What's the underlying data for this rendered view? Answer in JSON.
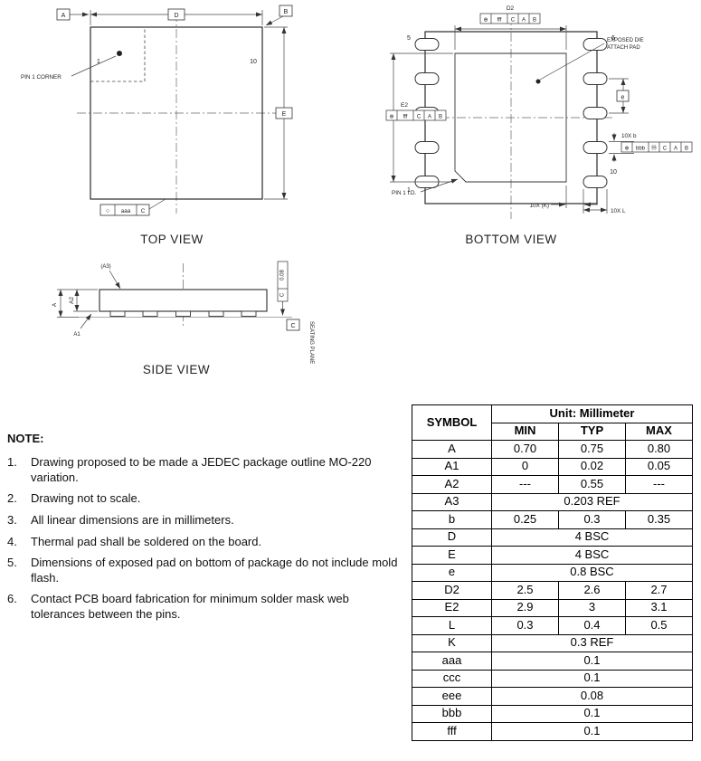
{
  "views": {
    "top": {
      "label": "TOP VIEW",
      "datum_a": "A",
      "dim_d": "D",
      "datum_b": "B",
      "dim_e": "E",
      "pin1_num": "1",
      "pin10_num": "10",
      "pin1_corner": "PIN 1 CORNER",
      "fcf_aaa": [
        "○",
        "aaa",
        "C"
      ]
    },
    "bottom": {
      "label": "BOTTOM VIEW",
      "dim_d2": "D2",
      "fcf_d2": [
        "⊕",
        "fff",
        "C",
        "A",
        "B"
      ],
      "exposed_pad_line1": "EXPOSED DIE",
      "exposed_pad_line2": "ATTACH PAD",
      "dim_e2": "E2",
      "fcf_e2": [
        "⊕",
        "fff",
        "C",
        "A",
        "B"
      ],
      "dim_e_pitch": "e",
      "dim_b": "10X b",
      "fcf_b": [
        "⊕",
        "bbb",
        "Ⓜ",
        "C",
        "A",
        "B"
      ],
      "dim_k": "10X (K)",
      "dim_l": "10X L",
      "pin1_id": "PIN 1 I.D.",
      "pin5_num": "5",
      "pin6_num": "6",
      "pin1_num": "1",
      "pin10_num": "10"
    },
    "side": {
      "label": "SIDE VIEW",
      "dim_a": "A",
      "dim_a1": "A1",
      "dim_a2": "A2",
      "dim_a3": "(A3)",
      "fcf_flat": [
        "0.08",
        "C"
      ],
      "datum_c": "C",
      "seating_plane": "SEATING PLANE"
    }
  },
  "notes": {
    "heading": "NOTE:",
    "items": [
      {
        "num": "1.",
        "text": "Drawing proposed to be made a JEDEC package outline MO-220 variation."
      },
      {
        "num": "2.",
        "text": "Drawing not to scale."
      },
      {
        "num": "3.",
        "text": "All linear dimensions are in millimeters."
      },
      {
        "num": "4.",
        "text": "Thermal pad shall be soldered on the board."
      },
      {
        "num": "5.",
        "text": "Dimensions of exposed pad on bottom of package do not include mold flash."
      },
      {
        "num": "6.",
        "text": "Contact PCB board fabrication for minimum solder mask web tolerances between the pins."
      }
    ]
  },
  "table": {
    "symbol_header": "SYMBOL",
    "unit_header": "Unit: Millimeter",
    "col_headers": [
      "MIN",
      "TYP",
      "MAX"
    ],
    "rows": [
      {
        "symbol": "A",
        "min": "0.70",
        "typ": "0.75",
        "max": "0.80"
      },
      {
        "symbol": "A1",
        "min": "0",
        "typ": "0.02",
        "max": "0.05"
      },
      {
        "symbol": "A2",
        "min": "---",
        "typ": "0.55",
        "max": "---"
      },
      {
        "symbol": "A3",
        "span": "0.203 REF"
      },
      {
        "symbol": "b",
        "min": "0.25",
        "typ": "0.3",
        "max": "0.35"
      },
      {
        "symbol": "D",
        "span": "4 BSC"
      },
      {
        "symbol": "E",
        "span": "4 BSC"
      },
      {
        "symbol": "e",
        "span": "0.8 BSC"
      },
      {
        "symbol": "D2",
        "min": "2.5",
        "typ": "2.6",
        "max": "2.7"
      },
      {
        "symbol": "E2",
        "min": "2.9",
        "typ": "3",
        "max": "3.1"
      },
      {
        "symbol": "L",
        "min": "0.3",
        "typ": "0.4",
        "max": "0.5"
      },
      {
        "symbol": "K",
        "span": "0.3 REF"
      },
      {
        "symbol": "aaa",
        "span": "0.1"
      },
      {
        "symbol": "ccc",
        "span": "0.1"
      },
      {
        "symbol": "eee",
        "span": "0.08"
      },
      {
        "symbol": "bbb",
        "span": "0.1"
      },
      {
        "symbol": "fff",
        "span": "0.1"
      }
    ]
  }
}
